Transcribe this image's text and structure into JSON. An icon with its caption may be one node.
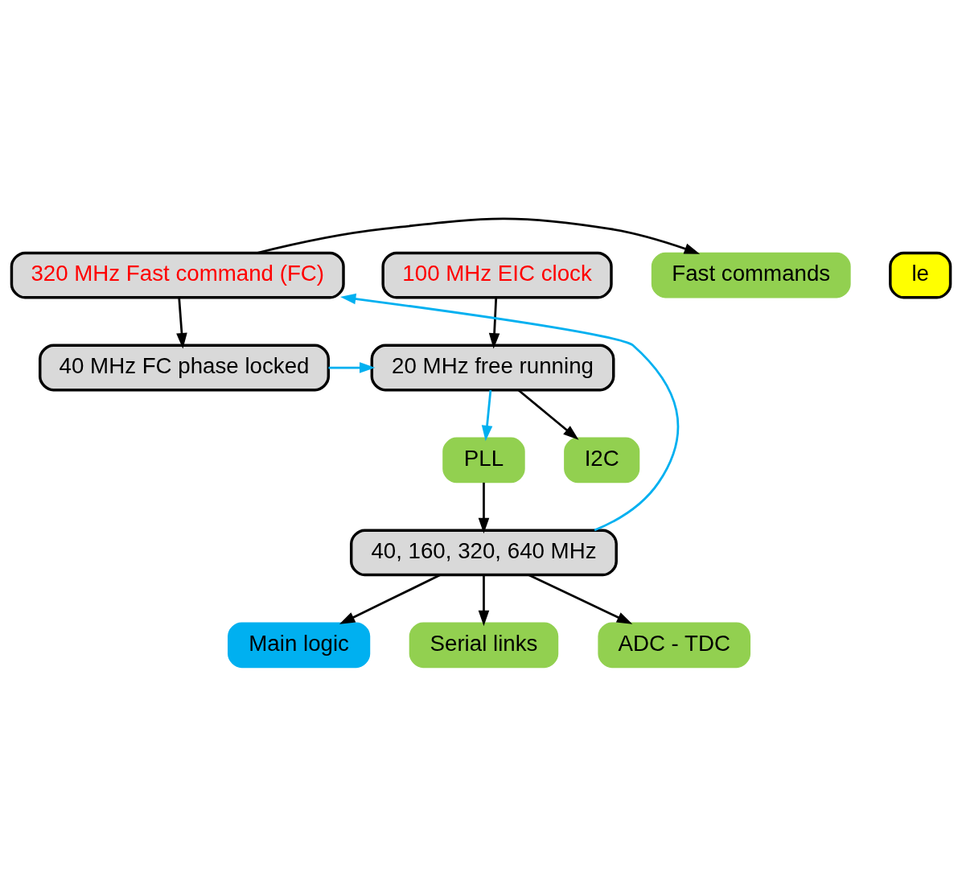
{
  "diagram": {
    "nodes": [
      {
        "text": [
          "100 MHz EIC clock"
        ]
      },
      {
        "text": [
          "320 MHz Fast command (FC)"
        ]
      },
      {
        "text": [
          "Fast commands"
        ]
      },
      {
        "text": [
          "20 MHz free running"
        ]
      },
      {
        "text": [
          "40 MHz FC phase locked"
        ]
      },
      {
        "text": [
          "I2C"
        ]
      },
      {
        "text": [
          "PLL"
        ]
      },
      {
        "text": [
          "40, 160, 320, 640 MHz"
        ]
      },
      {
        "text": [
          "Main logic"
        ]
      },
      {
        "text": [
          "Serial links"
        ]
      },
      {
        "text": [
          "ADC - TDC"
        ]
      },
      {
        "text": [
          "le"
        ]
      }
    ],
    "edges": [
      {
        "from": 0,
        "to": 3,
        "arrow": "to"
      },
      {
        "from": 1,
        "to": 2,
        "arrow": "to"
      },
      {
        "from": 1,
        "to": 4,
        "arrow": "to"
      },
      {
        "from": 4,
        "to": 3,
        "arrow": "to",
        "color": "#00b0f0"
      },
      {
        "from": 3,
        "to": 5,
        "arrow": "to"
      },
      {
        "from": 3,
        "to": 6,
        "arrow": "to",
        "color": "#00b0f0"
      },
      {
        "from": 6,
        "to": 7,
        "arrow": "to"
      },
      {
        "from": 7,
        "to": 1,
        "arrow": "to",
        "color": "#00b0f0"
      },
      {
        "from": 7,
        "to": 8,
        "arrow": "to"
      },
      {
        "from": 7,
        "to": 9,
        "arrow": "to"
      },
      {
        "from": 7,
        "to": 10,
        "arrow": "to"
      }
    ]
  }
}
